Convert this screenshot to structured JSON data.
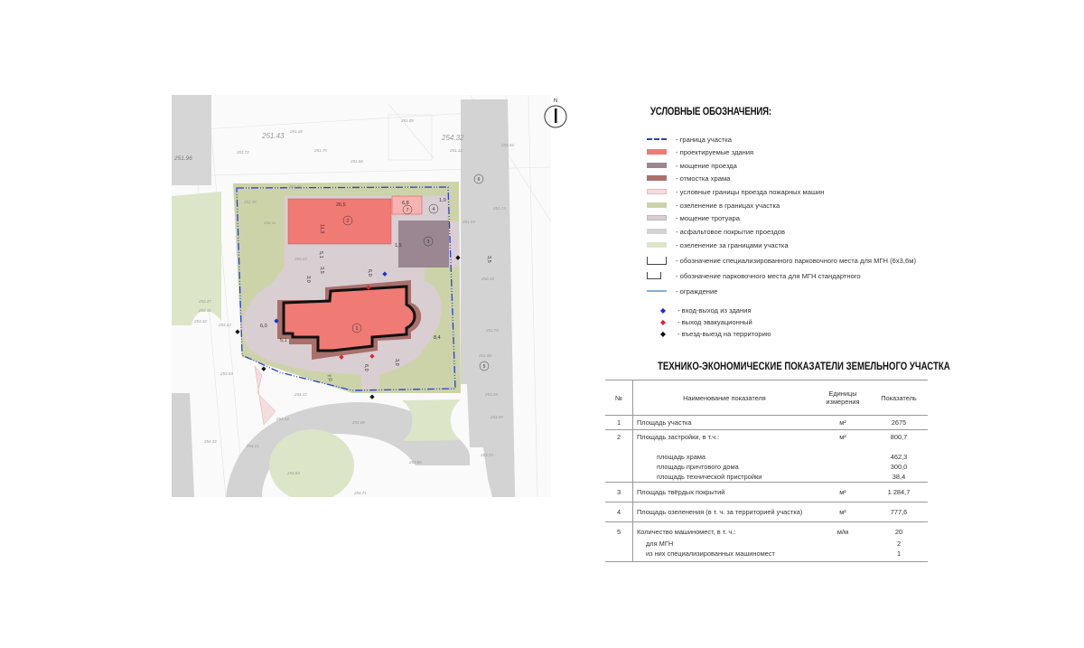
{
  "compass": {
    "label": "N"
  },
  "map": {
    "elevations": [
      "251.43",
      "251.28",
      "251.72",
      "251.75",
      "251.56",
      "251.09",
      "254.32",
      "251.12",
      "253.44",
      "251.86",
      "252.39",
      "252.11",
      "252.43",
      "253.47",
      "253.41",
      "253.34",
      "253.43",
      "253.53",
      "254.22",
      "254.14",
      "254.09",
      "254.32",
      "254.21",
      "254.83",
      "254.71",
      "253.86",
      "253.79",
      "253.49",
      "253.28",
      "252.88",
      "252.79",
      "252.18",
      "251.93",
      "251.73",
      "251.96"
    ],
    "markers": [
      "1",
      "2",
      "3",
      "4",
      "5",
      "6",
      "7"
    ],
    "dimensions": [
      "26,5",
      "11,3",
      "6,8",
      "1,0",
      "5,1",
      "3,5",
      "3,0",
      "6,0",
      "6,0",
      "5,1",
      "6,0",
      "3,0",
      "8,4",
      "7,0",
      "3,5",
      "1,5"
    ]
  },
  "legend": {
    "title": "УСЛОВНЫЕ ОБОЗНАЧЕНИЯ:",
    "items": [
      {
        "label": "- граница участка",
        "color": "#2b3fd6"
      },
      {
        "label": "- проектируемые здания",
        "color": "#f07a74"
      },
      {
        "label": "- мощение проезда",
        "color": "#9a8792"
      },
      {
        "label": "- отмостка храма",
        "color": "#a9706c"
      },
      {
        "label": "- условные границы проезда пожарных машин",
        "color": "#f7dcdc"
      },
      {
        "label": "- озеленение в границах участка",
        "color": "#cdd3a9"
      },
      {
        "label": "- мощение тротуара",
        "color": "#d9ced2"
      },
      {
        "label": "- асфальтовое покрытие проездов",
        "color": "#d3d3d3"
      },
      {
        "label": "- озеленение за границами участка",
        "color": "#dce5c7"
      },
      {
        "label": "- обозначение специализированного парковочного места для МГН (6х3,6м)",
        "icon": "parking-mgn-special-icon"
      },
      {
        "label": "- обозначение парковочного места для МГН стандартного",
        "icon": "parking-mgn-icon"
      },
      {
        "label": "- ограждение",
        "color": "#7fb0d9"
      }
    ],
    "points": [
      {
        "label": "- вход-выход из здания",
        "color": "#1a2fd0"
      },
      {
        "label": "- выход эвакуационный",
        "color": "#e0242a"
      },
      {
        "label": "- въезд-выезд на территорию",
        "color": "#111111"
      }
    ]
  },
  "table": {
    "title": "ТЕХНИКО-ЭКОНОМИЧЕСКИЕ ПОКАЗАТЕЛИ ЗЕМЕЛЬНОГО УЧАСТКА",
    "headers": {
      "no": "№",
      "name": "Наименование показателя",
      "unit": "Единицы измерения",
      "value": "Показатель"
    },
    "rows": [
      {
        "no": "1",
        "name": "Площадь участка",
        "unit": "м²",
        "value": "2675"
      },
      {
        "no": "2",
        "name": "Площадь застройки, в т.ч.:",
        "unit": "м²",
        "value": "800,7",
        "sub": [
          {
            "name": "площадь храма",
            "value": "462,3"
          },
          {
            "name": "площадь причтового дома",
            "value": "300,0"
          },
          {
            "name": "площадь технической пристройки",
            "value": "38,4"
          }
        ]
      },
      {
        "no": "3",
        "name": "Площадь твёрдых покрытий",
        "unit": "м²",
        "value": "1 284,7"
      },
      {
        "no": "4",
        "name": "Площадь озеленения (в т. ч. за территорией участка)",
        "unit": "м²",
        "value": "777,6"
      },
      {
        "no": "5",
        "name": "Количество машиномест, в т. ч.:",
        "unit": "м/м",
        "value": "20",
        "sub": [
          {
            "name": "для МГН",
            "value": "2"
          },
          {
            "name": "из них специализированных машиномест",
            "value": "1"
          }
        ]
      }
    ]
  }
}
